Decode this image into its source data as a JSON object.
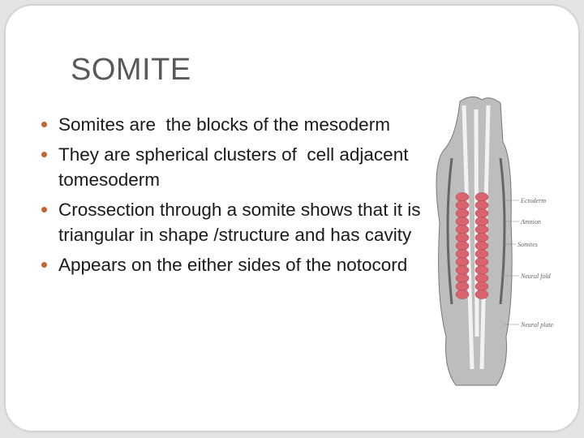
{
  "slide": {
    "title": "SOMITE",
    "bullets": [
      "Somites are  the blocks of the mesoderm",
      "They are spherical clusters of  cell adjacent   tomesoderm",
      "Crossection through a somite shows that it is triangular in shape /structure and has cavity",
      "Appears on the either sides of the notocord"
    ],
    "figure_labels": [
      "Ectoderm",
      "Amnion",
      "Somites",
      "Neural fold",
      "Neural plate"
    ],
    "colors": {
      "accent": "#c8602f",
      "somite": "#d9646e"
    }
  }
}
